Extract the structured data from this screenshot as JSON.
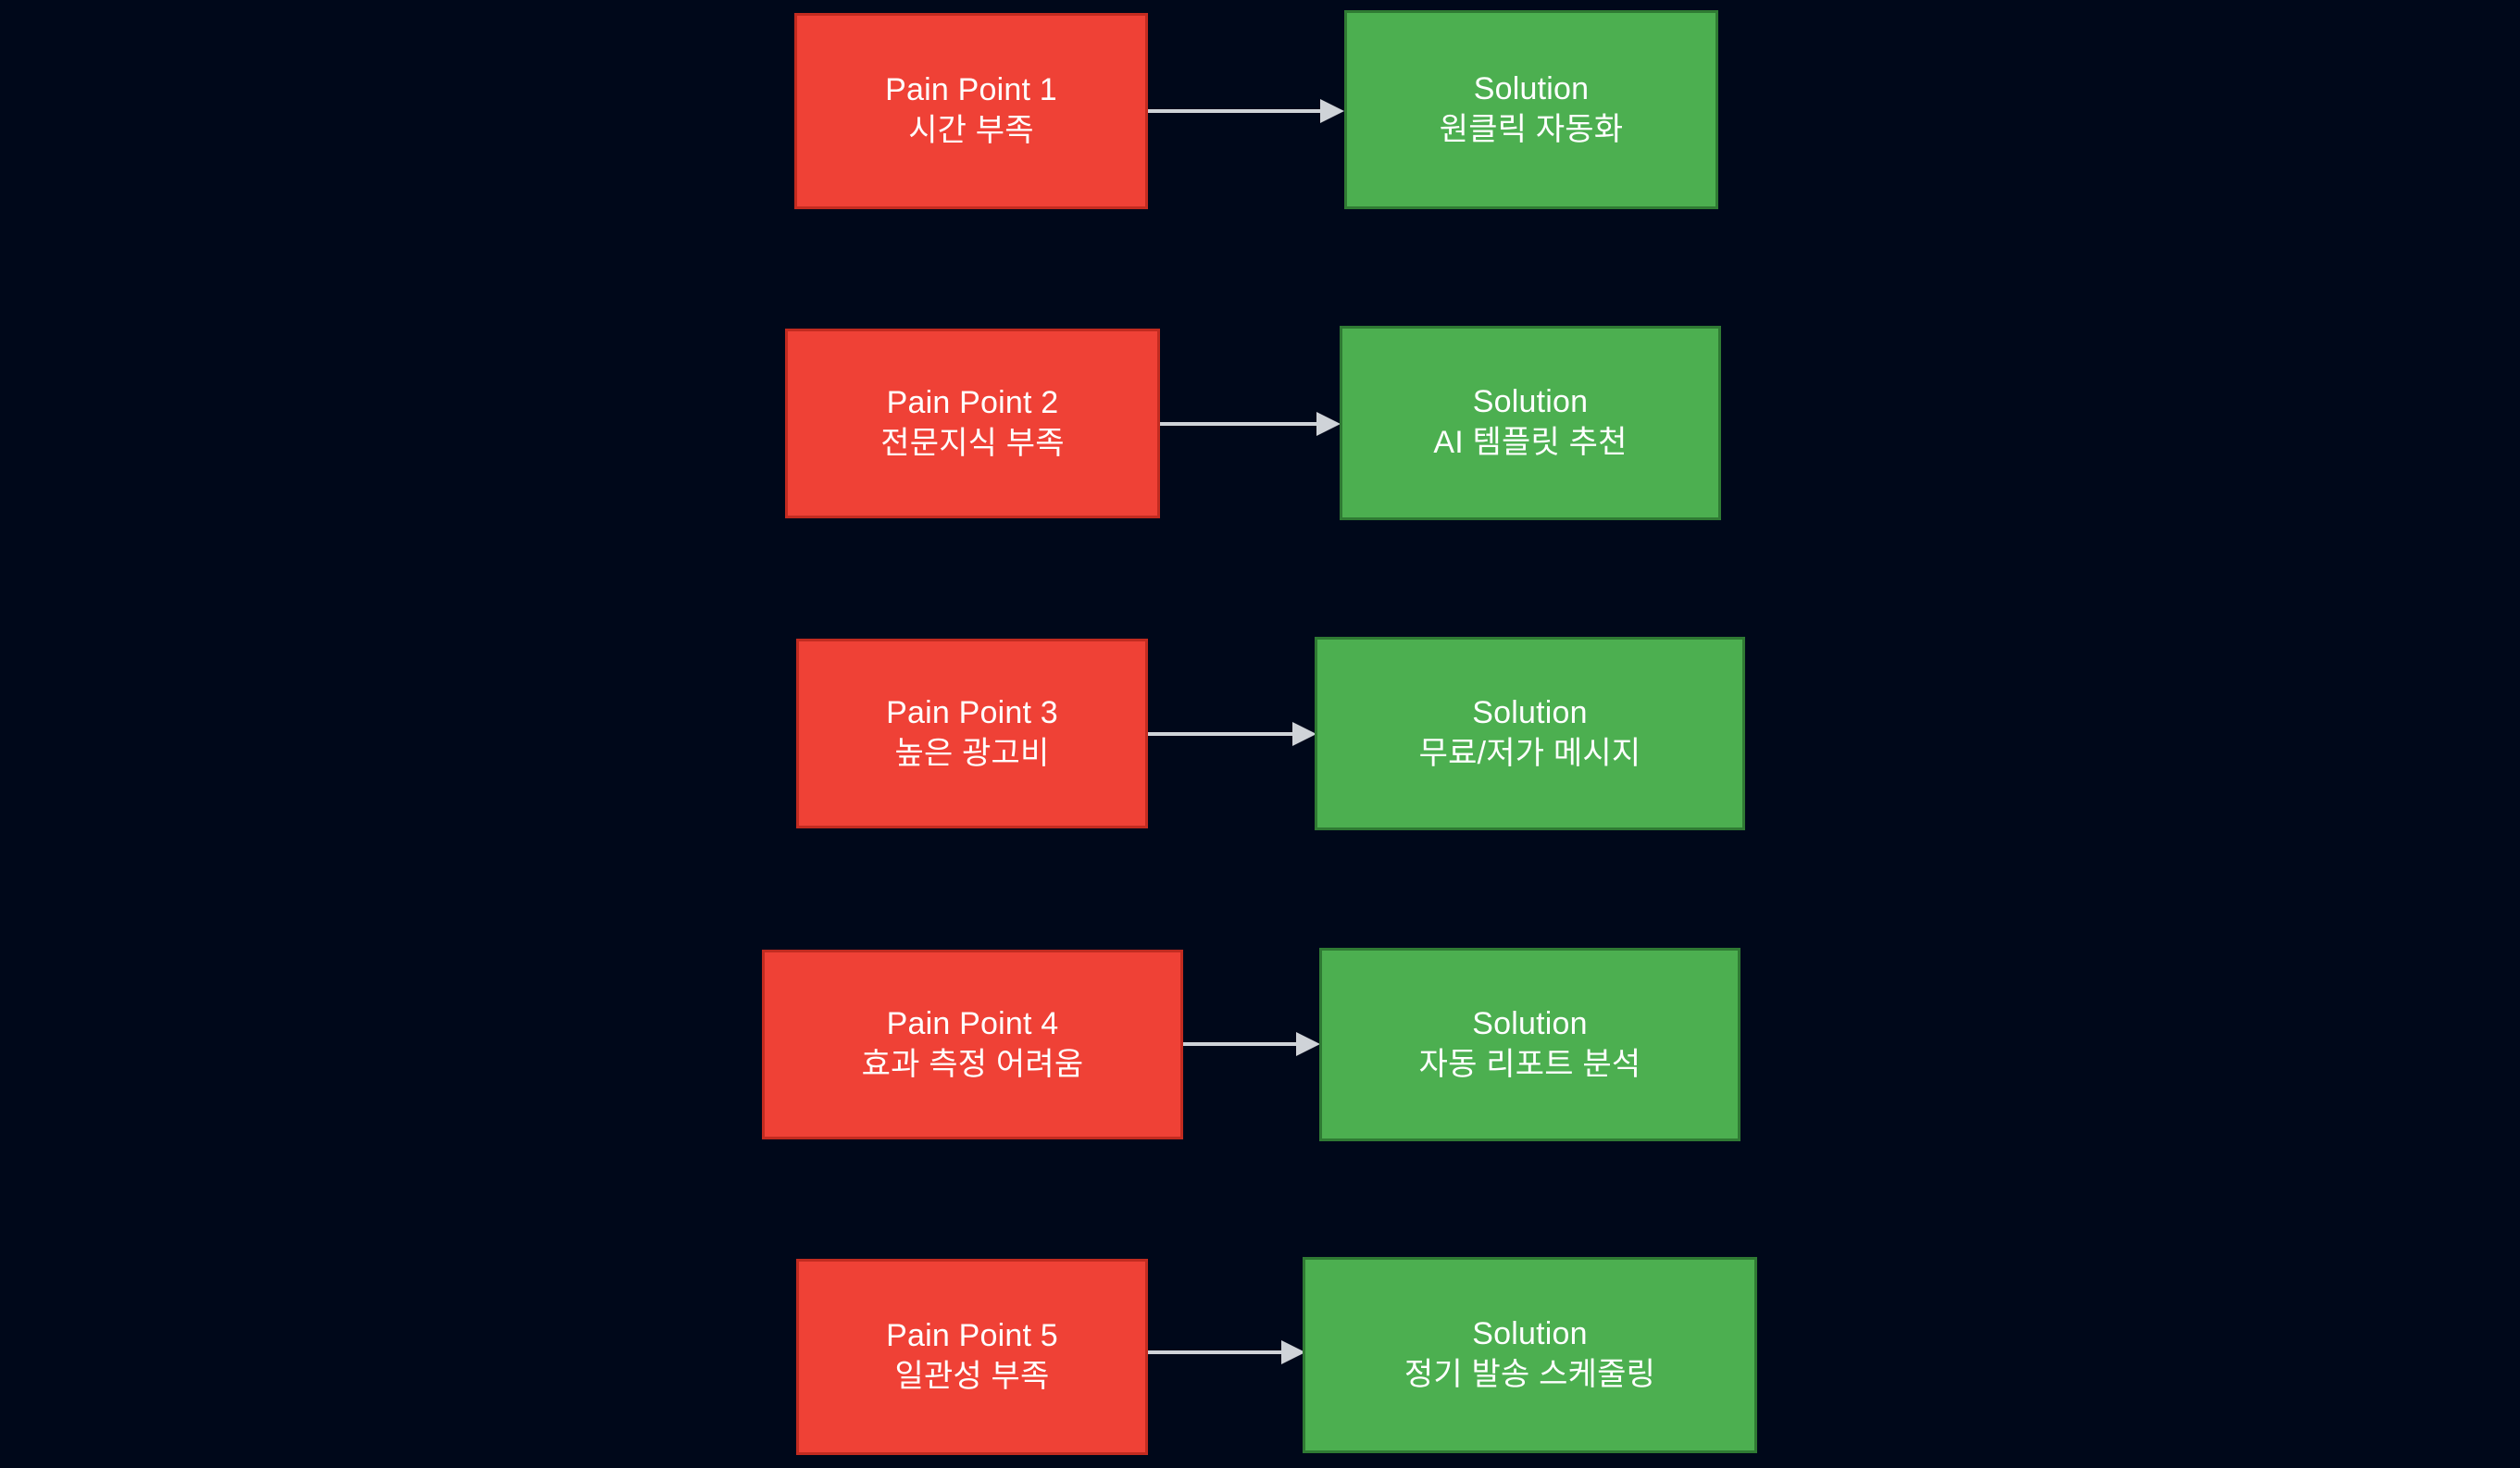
{
  "diagram": {
    "type": "flowchart",
    "direction": "left-to-right",
    "background_color": "#00081a",
    "pain_color": "#ef4136",
    "pain_border_color": "#c22b20",
    "solution_color": "#4caf50",
    "solution_border_color": "#2f7a33",
    "edge_color": "#cfd3d8",
    "text_color": "#ffffff",
    "rows": [
      {
        "pain": {
          "title": "Pain Point 1",
          "detail": "시간 부족"
        },
        "solution": {
          "title": "Solution",
          "detail": "원클릭 자동화"
        },
        "edge_label": ""
      },
      {
        "pain": {
          "title": "Pain Point 2",
          "detail": "전문지식 부족"
        },
        "solution": {
          "title": "Solution",
          "detail": "AI 템플릿 추천"
        },
        "edge_label": ""
      },
      {
        "pain": {
          "title": "Pain Point 3",
          "detail": "높은 광고비"
        },
        "solution": {
          "title": "Solution",
          "detail": "무료/저가 메시지"
        },
        "edge_label": ""
      },
      {
        "pain": {
          "title": "Pain Point 4",
          "detail": "효과 측정 어려움"
        },
        "solution": {
          "title": "Solution",
          "detail": "자동 리포트 분석"
        },
        "edge_label": ""
      },
      {
        "pain": {
          "title": "Pain Point 5",
          "detail": "일관성 부족"
        },
        "solution": {
          "title": "Solution",
          "detail": "정기 발송 스케줄링"
        },
        "edge_label": ""
      }
    ]
  }
}
